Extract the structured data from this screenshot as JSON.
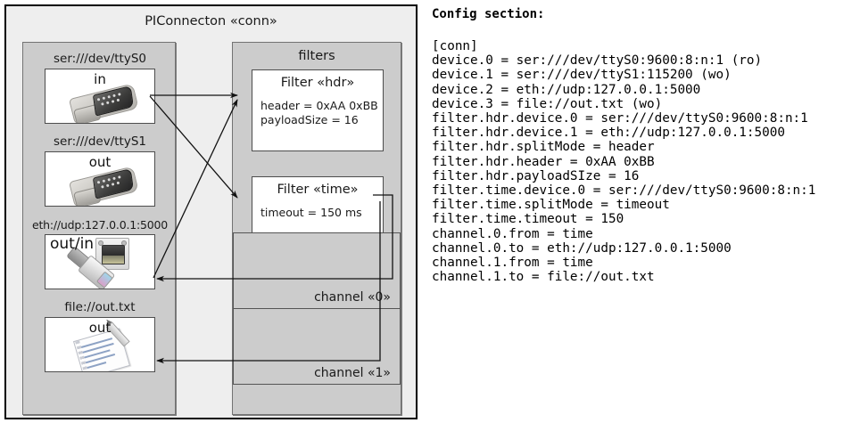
{
  "diagram": {
    "outer_title": "PIConnecton «conn»",
    "devices_panel": {
      "items": [
        {
          "label": "ser:///dev/ttyS0",
          "direction": "in",
          "icon": "serial-db9-icon"
        },
        {
          "label": "ser:///dev/ttyS1",
          "direction": "out",
          "icon": "serial-db9-icon"
        },
        {
          "label": "eth://udp:127.0.0.1:5000",
          "direction": "out/in",
          "icon": "ethernet-rj45-icon"
        },
        {
          "label": "file://out.txt",
          "direction": "out",
          "icon": "text-file-icon"
        }
      ]
    },
    "filters_panel": {
      "title": "filters",
      "filters": [
        {
          "title": "Filter «hdr»",
          "props": [
            "header = 0xAA 0xBB",
            "payloadSize = 16"
          ]
        },
        {
          "title": "Filter «time»",
          "props": [
            "timeout = 150 ms"
          ]
        }
      ],
      "channels": [
        {
          "label": "channel «0»"
        },
        {
          "label": "channel «1»"
        }
      ]
    }
  },
  "config": {
    "heading": "Config section:",
    "lines": [
      "[conn]",
      "device.0 = ser:///dev/ttyS0:9600:8:n:1 (ro)",
      "device.1 = ser:///dev/ttyS1:115200 (wo)",
      "device.2 = eth://udp:127.0.0.1:5000",
      "device.3 = file://out.txt (wo)",
      "filter.hdr.device.0 = ser:///dev/ttyS0:9600:8:n:1",
      "filter.hdr.device.1 = eth://udp:127.0.0.1:5000",
      "filter.hdr.splitMode = header",
      "filter.hdr.header = 0xAA 0xBB",
      "filter.hdr.payloadSIze = 16",
      "filter.time.device.0 = ser:///dev/ttyS0:9600:8:n:1",
      "filter.time.splitMode = timeout",
      "filter.time.timeout = 150",
      "channel.0.from = time",
      "channel.0.to = eth://udp:127.0.0.1:5000",
      "channel.1.from = time",
      "channel.1.to = file://out.txt"
    ]
  },
  "colors": {
    "page_bg": "#ffffff",
    "outer_bg": "#eeeeee",
    "panel_bg": "#cccccc",
    "card_bg": "#ffffff",
    "border_dark": "#000000",
    "border_mid": "#4d4d4d",
    "text": "#1a1a1a"
  }
}
